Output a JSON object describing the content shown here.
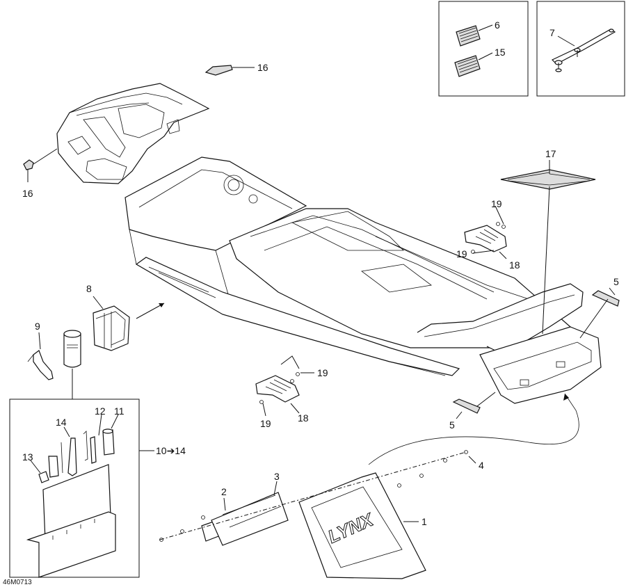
{
  "diagram_code": "46M0713",
  "callouts": {
    "c1": "1",
    "c2": "2",
    "c3": "3",
    "c4": "4",
    "c5a": "5",
    "c5b": "5",
    "c6": "6",
    "c7": "7",
    "c8": "8",
    "c9": "9",
    "c10_14": "10➔14",
    "c11": "11",
    "c12": "12",
    "c13": "13",
    "c14": "14",
    "c15": "15",
    "c16a": "16",
    "c16b": "16",
    "c17": "17",
    "c18a": "18",
    "c18b": "18",
    "c19a": "19",
    "c19b": "19",
    "c19c": "19",
    "c19d": "19"
  },
  "flap_logo": "LYNX"
}
